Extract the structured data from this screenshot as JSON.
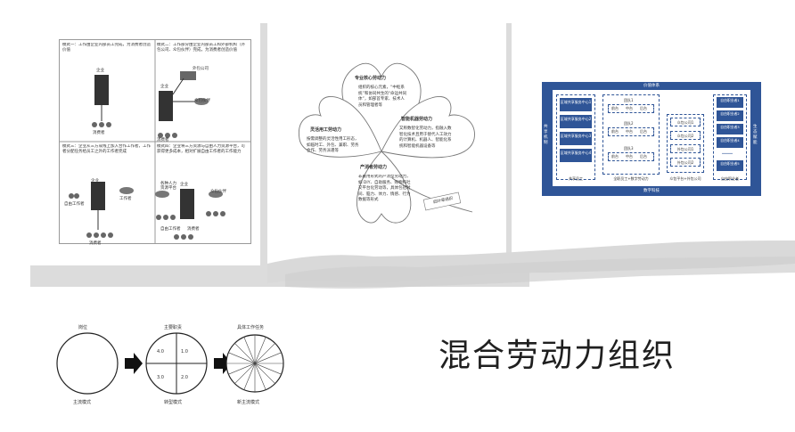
{
  "slide": {
    "title": "混合劳动力组织"
  },
  "panel_modes": {
    "cells": [
      {
        "caption": "模式一：工作由企业内部员工完成，为消费者创造价值",
        "labels": [
          "企业",
          "消费者"
        ]
      },
      {
        "caption": "模式二：工作部分由企业内部员工和外部机构（外包公司、众包伙伴）完成，为消费者创造价值",
        "labels": [
          "外包公司",
          "企业",
          "众包伙伴",
          "消费者"
        ]
      },
      {
        "caption": "模式三：企业从三方或线上加入合作工作者，工作者分配任务给员工之外的工作者完成",
        "labels": [
          "自由工作者",
          "企业",
          "工作者",
          "消费者"
        ]
      },
      {
        "caption": "模式四：企业将三方资源与自由人力资源平台，可获得更多成本，相对扩展自由工作者的工作能力",
        "labels": [
          "企业",
          "众包伙伴",
          "各种人力资源平台",
          "自由工作者",
          "消费者"
        ]
      }
    ]
  },
  "panel_clover": {
    "leaf_top": {
      "title": "专业核心劳动力",
      "text": "组织的核心元素，“中枢系统”和协同共生的“命运共同体”，如部首专家、技术人员和管理者等"
    },
    "leaf_left": {
      "title": "灵活用工劳动力",
      "text": "按需调整的灵活性用工形态，如临时工、外包、兼职、劳务合作、劳务派遣等"
    },
    "leaf_right": {
      "title": "智能机器劳动力",
      "text": "又称数智化劳动力，指融入数智化技术且用于替代人工效力的计算机、机器人、智能化系统和智能机器设备等"
    },
    "leaf_bottom": {
      "title": "产消者劳动力",
      "text": "非雇用形式的产消型劳动力，如 DIY、自助服务、购物和社交平台化劳动等，具体包括时间、脑力、体力、情感、行为数据等形式"
    },
    "stem_label": "四叶草组织"
  },
  "panel_diagram": {
    "top_label": "价值体系",
    "bottom_label": "数字科技",
    "left_side_label": "共享机制",
    "right_side_label": "生态赋能",
    "service_centers": [
      "区域共享服务中心1",
      "区域共享服务中心2",
      "区域共享服务中心3",
      "区域共享服务中心4"
    ],
    "service_col_label": "共享员工",
    "teams": [
      {
        "name": "团队1",
        "items": [
          "前台",
          "中台",
          "后台"
        ]
      },
      {
        "name": "团队2",
        "items": [
          "前台",
          "中台",
          "后台"
        ]
      },
      {
        "name": "团队3",
        "items": [
          "前台",
          "中台",
          "后台"
        ]
      }
    ],
    "team_col_label": "全职员工+数字劳动力",
    "outsourcers": [
      "众包公司1",
      "众包公司2",
      "外包公司1",
      "外包公司2"
    ],
    "outsource_col_label": "众包平台+外包公司",
    "freelancers": [
      "自由职业者1",
      "自由职业者2",
      "自由职业者3",
      "自由职业者4",
      "自由职业者5"
    ],
    "freelance_dots": "……",
    "freelance_last": "自由职业者",
    "freelance_col_label": "自由职业者"
  },
  "panel_circles": {
    "stages": [
      {
        "top": "岗位",
        "bottom": "主流模式",
        "values": []
      },
      {
        "top": "主要职责",
        "bottom": "转型模式",
        "values": [
          "4.0",
          "1.0",
          "3.0",
          "2.0"
        ]
      },
      {
        "top": "具体工作任务",
        "bottom": "新主流模式",
        "values": []
      }
    ]
  }
}
